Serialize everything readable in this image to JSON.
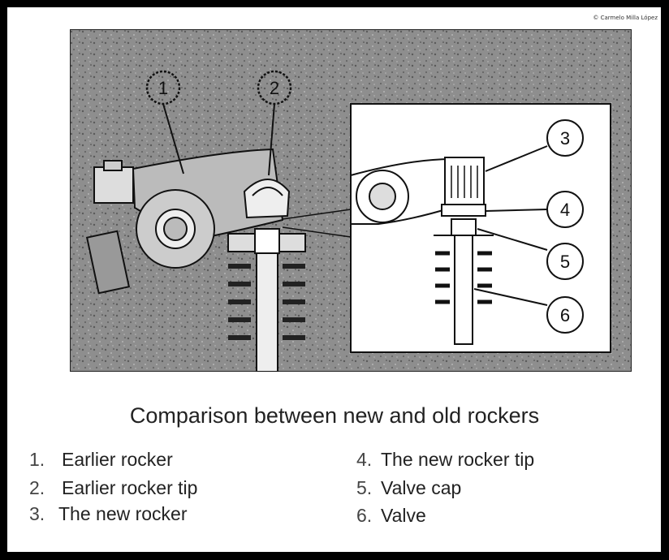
{
  "credit": "© Carmelo Milla López",
  "caption": "Comparison between new and old rockers",
  "callouts": [
    "1",
    "2",
    "3",
    "4",
    "5",
    "6"
  ],
  "legend": [
    {
      "num": "1.",
      "text": "Earlier rocker"
    },
    {
      "num": "2.",
      "text": "Earlier rocker tip"
    },
    {
      "num": "3.",
      "text": "The new rocker"
    },
    {
      "num": "4.",
      "text": "The new rocker tip"
    },
    {
      "num": "5.",
      "text": "Valve cap"
    },
    {
      "num": "6.",
      "text": "Valve"
    }
  ]
}
